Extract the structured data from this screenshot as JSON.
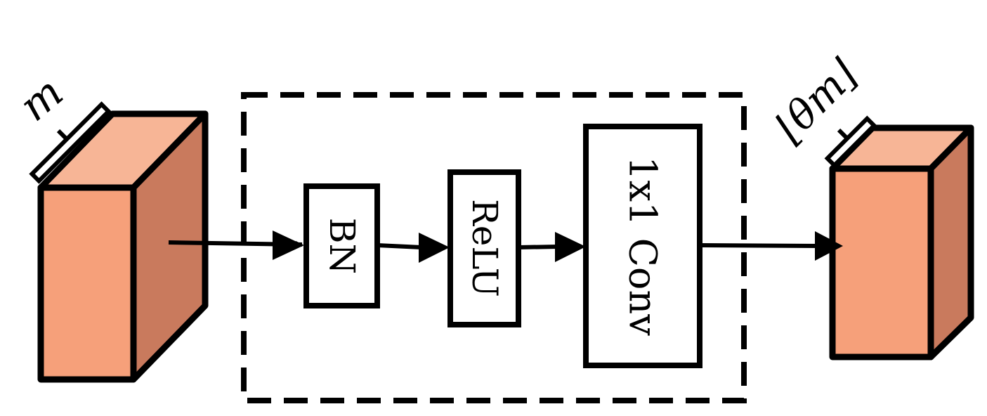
{
  "diagram": {
    "input_channels_label": "m",
    "output_channels_label": "⌊θm⌋",
    "blocks": [
      {
        "id": "bn",
        "label": "BN"
      },
      {
        "id": "relu",
        "label": "ReLU"
      },
      {
        "id": "conv",
        "label": "1x1 Conv"
      }
    ],
    "colors": {
      "cube_front": "#f6a07a",
      "cube_top": "#f7b596",
      "cube_side": "#c97a5d",
      "stroke": "#000000"
    }
  }
}
